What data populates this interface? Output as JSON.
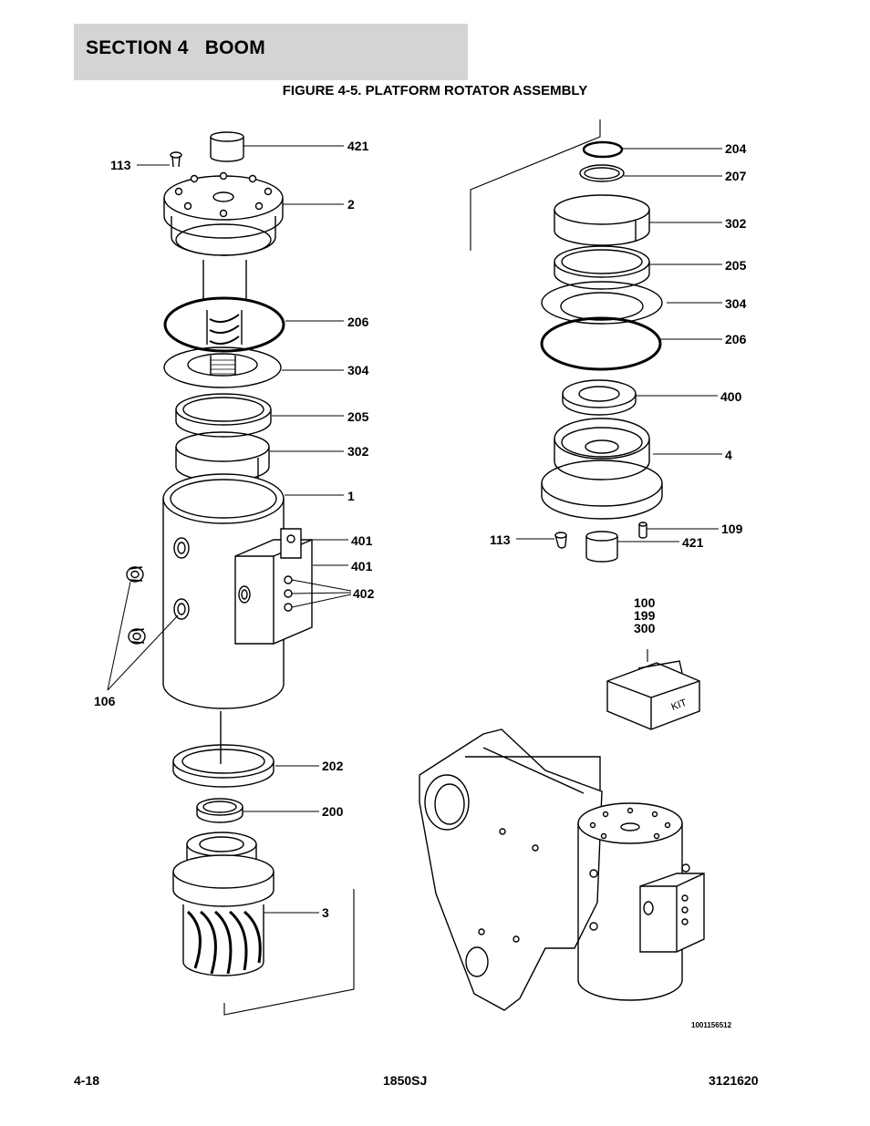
{
  "header": {
    "section_title": "SECTION 4   BOOM"
  },
  "figure": {
    "title": "FIGURE 4-5. PLATFORM ROTATOR ASSEMBLY"
  },
  "callouts": {
    "c421a": "421",
    "c113a": "113",
    "c2": "2",
    "c206a": "206",
    "c304a": "304",
    "c205a": "205",
    "c302a": "302",
    "c1": "1",
    "c401a": "401",
    "c401b": "401",
    "c402": "402",
    "c106": "106",
    "c202": "202",
    "c200": "200",
    "c3": "3",
    "c204": "204",
    "c207": "207",
    "c302b": "302",
    "c205b": "205",
    "c304b": "304",
    "c206b": "206",
    "c400": "400",
    "c4": "4",
    "c109": "109",
    "c113b": "113",
    "c421b": "421",
    "c100": "100",
    "c199": "199",
    "c300": "300"
  },
  "kit_label": "KIT",
  "drawing_id": "1001156512",
  "footer": {
    "page": "4-18",
    "model": "1850SJ",
    "doc_number": "3121620"
  }
}
